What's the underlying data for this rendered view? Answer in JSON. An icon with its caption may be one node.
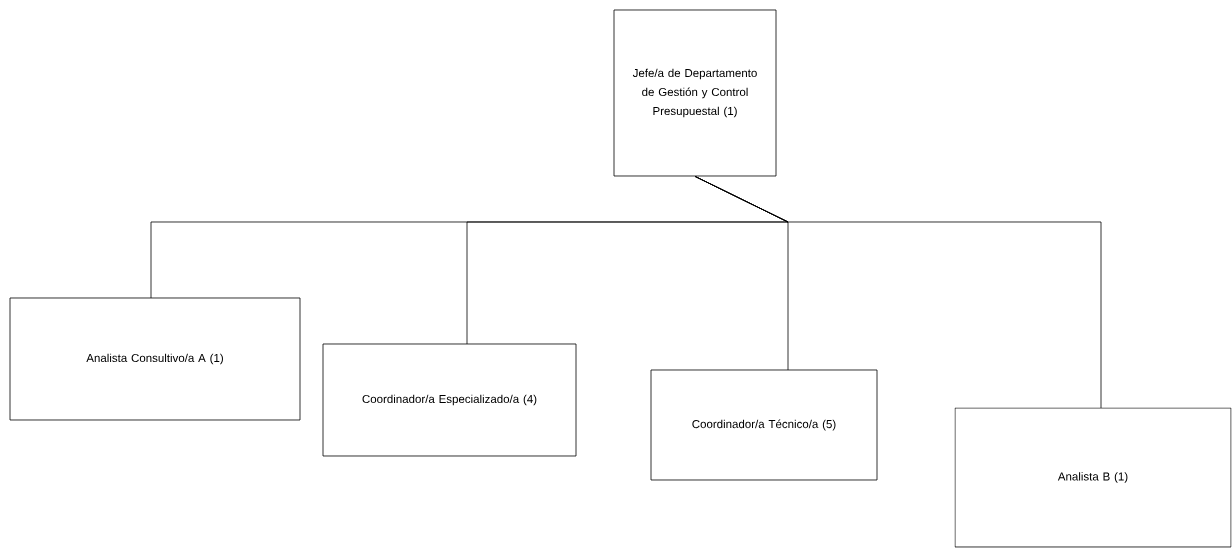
{
  "diagram": {
    "nodes": [
      {
        "text": [
          "Jefe/a de Departamento de Gestión y Control Presupuestal (1)"
        ]
      },
      {
        "text": [
          "Analista Consultivo/a A (1)"
        ]
      },
      {
        "text": [
          "Coordinador/a Especializado/a (4)"
        ]
      },
      {
        "text": [
          "Coordinador/a Técnico/a (5)"
        ]
      },
      {
        "text": [
          "Analista B (1)"
        ]
      }
    ],
    "edges": [
      {
        "from": 0,
        "to": 1,
        "arrow": "none"
      },
      {
        "from": 0,
        "to": 2,
        "arrow": "none"
      },
      {
        "from": 0,
        "to": 3,
        "arrow": "none"
      },
      {
        "from": 0,
        "to": 4,
        "arrow": "none"
      }
    ]
  }
}
